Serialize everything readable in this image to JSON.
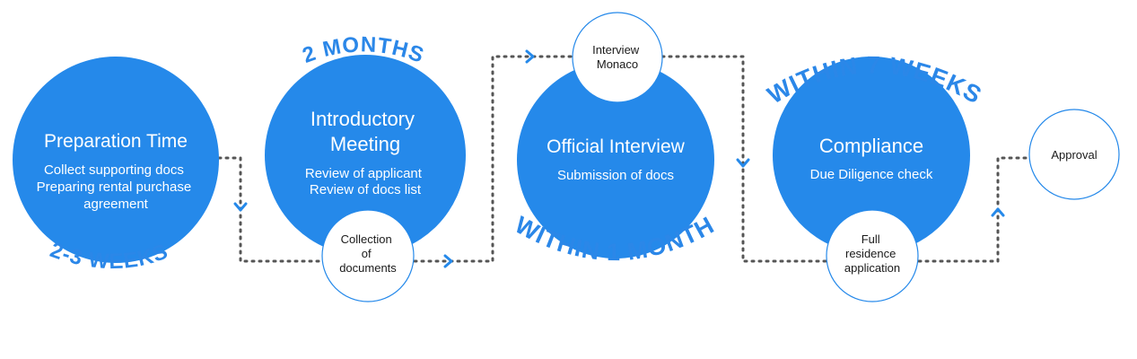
{
  "colors": {
    "primary": "#2589ea",
    "accent": "#2b87e8",
    "sub_border": "#2589ea",
    "connector": "#555555"
  },
  "stages": [
    {
      "title": [
        "Preparation Time"
      ],
      "lines": [
        "Collect supporting docs",
        "Preparing rental purchase",
        "agreement"
      ],
      "duration": "2-3 WEEKS"
    },
    {
      "title": [
        "Introductory",
        "Meeting"
      ],
      "lines": [
        "Review of applicant",
        "Review of docs list"
      ],
      "duration": "2 MONTHS"
    },
    {
      "title": [
        "Official Interview"
      ],
      "lines": [
        "Submission of docs"
      ],
      "duration": "WITHIN 1 MONTH"
    },
    {
      "title": [
        "Compliance"
      ],
      "lines": [
        "Due Diligence check"
      ],
      "duration": "WITHIN 7 WEEKS"
    }
  ],
  "sub_steps": [
    {
      "lines": [
        "Collection",
        "of",
        "documents"
      ]
    },
    {
      "lines": [
        "Interview",
        "Monaco"
      ]
    },
    {
      "lines": [
        "Full",
        "residence",
        "application"
      ]
    },
    {
      "lines": [
        "Approval"
      ]
    }
  ]
}
